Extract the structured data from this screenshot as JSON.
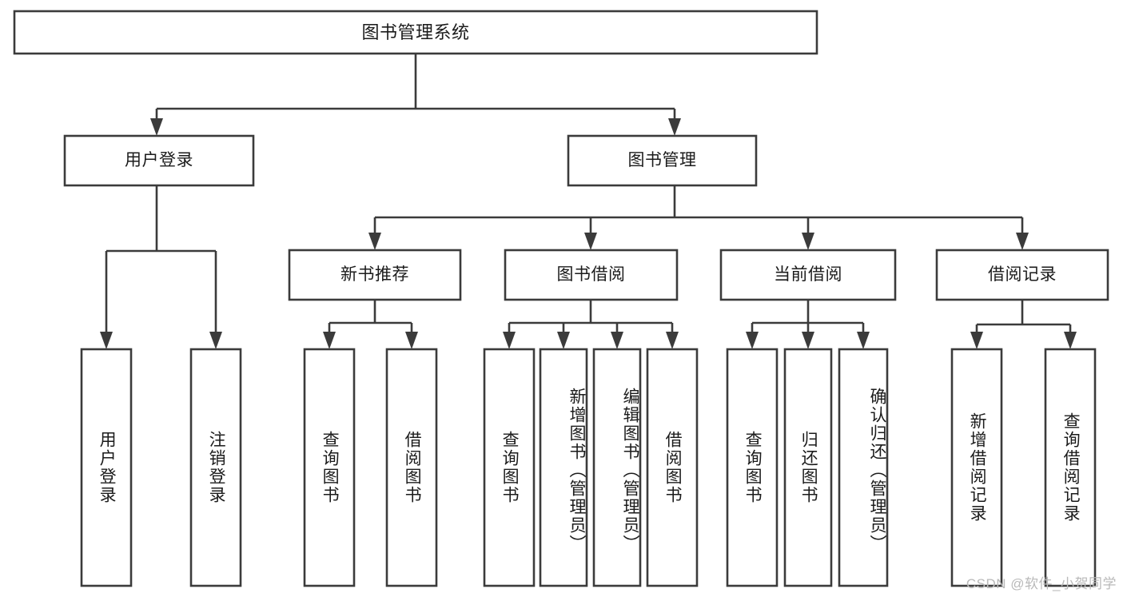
{
  "diagram": {
    "type": "tree-hierarchy",
    "title": "图书管理系统",
    "orientation": "top-down",
    "colors": {
      "box_stroke": "#3b3b3b",
      "box_fill": "#ffffff",
      "connector": "#3b3b3b",
      "text": "#1b1b1b",
      "watermark": "#b9b9b9",
      "background": "#ffffff"
    },
    "levels": {
      "root": {
        "label": "图书管理系统"
      },
      "level2": [
        {
          "id": "user-login",
          "label": "用户登录"
        },
        {
          "id": "book-management",
          "label": "图书管理"
        }
      ],
      "level3": [
        {
          "id": "new-book-recommend",
          "label": "新书推荐",
          "parent": "book-management"
        },
        {
          "id": "book-borrow",
          "label": "图书借阅",
          "parent": "book-management"
        },
        {
          "id": "current-borrow",
          "label": "当前借阅",
          "parent": "book-management"
        },
        {
          "id": "borrow-record",
          "label": "借阅记录",
          "parent": "book-management"
        }
      ],
      "leaves": [
        {
          "id": "leaf-user-login",
          "label": "用户登录",
          "parent": "user-login"
        },
        {
          "id": "leaf-user-logout",
          "label": "注销登录",
          "parent": "user-login"
        },
        {
          "id": "leaf-query-book-1",
          "label": "查询图书",
          "parent": "new-book-recommend"
        },
        {
          "id": "leaf-borrow-book-1",
          "label": "借阅图书",
          "parent": "new-book-recommend"
        },
        {
          "id": "leaf-query-book-2",
          "label": "查询图书",
          "parent": "book-borrow"
        },
        {
          "id": "leaf-add-book",
          "label": "新增图书（管理员）",
          "parent": "book-borrow"
        },
        {
          "id": "leaf-edit-book",
          "label": "编辑图书（管理员）",
          "parent": "book-borrow"
        },
        {
          "id": "leaf-borrow-book-2",
          "label": "借阅图书",
          "parent": "book-borrow"
        },
        {
          "id": "leaf-query-book-3",
          "label": "查询图书",
          "parent": "current-borrow"
        },
        {
          "id": "leaf-return-book",
          "label": "归还图书",
          "parent": "current-borrow"
        },
        {
          "id": "leaf-confirm-return",
          "label": "确认归还（管理员）",
          "parent": "current-borrow"
        },
        {
          "id": "leaf-add-record",
          "label": "新增借阅记录",
          "parent": "borrow-record"
        },
        {
          "id": "leaf-query-record",
          "label": "查询借阅记录",
          "parent": "borrow-record"
        }
      ]
    }
  },
  "watermark": {
    "text": "CSDN @软件_小贺同学"
  }
}
